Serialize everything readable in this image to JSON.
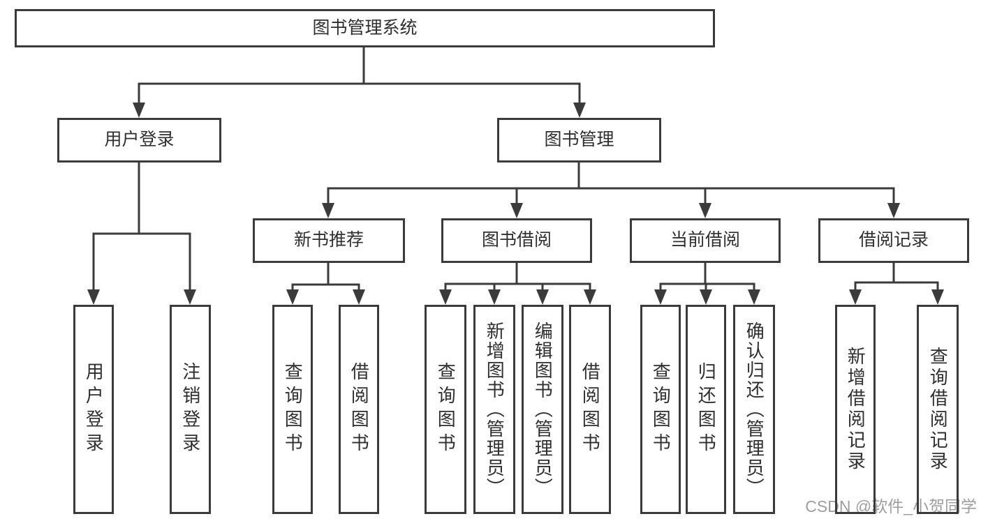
{
  "diagram_title": "图书管理系统",
  "nodes": [
    {
      "id": "root",
      "label": "图书管理系统",
      "parent": null
    },
    {
      "id": "user-login",
      "label": "用户登录",
      "parent": "root"
    },
    {
      "id": "book-mgmt",
      "label": "图书管理",
      "parent": "root"
    },
    {
      "id": "new-book-rec",
      "label": "新书推荐",
      "parent": "book-mgmt"
    },
    {
      "id": "book-borrow",
      "label": "图书借阅",
      "parent": "book-mgmt"
    },
    {
      "id": "current-borrow",
      "label": "当前借阅",
      "parent": "book-mgmt"
    },
    {
      "id": "borrow-records",
      "label": "借阅记录",
      "parent": "book-mgmt"
    },
    {
      "id": "leaf-user-login",
      "label": "用户登录",
      "parent": "user-login"
    },
    {
      "id": "leaf-logout",
      "label": "注销登录",
      "parent": "user-login"
    },
    {
      "id": "leaf-query-books-rec",
      "label": "查询图书",
      "parent": "new-book-rec"
    },
    {
      "id": "leaf-borrow-books-rec",
      "label": "借阅图书",
      "parent": "new-book-rec"
    },
    {
      "id": "leaf-query-books-borrow",
      "label": "查询图书",
      "parent": "book-borrow"
    },
    {
      "id": "leaf-add-books-admin",
      "label": "新增图书（管理员）",
      "parent": "book-borrow"
    },
    {
      "id": "leaf-edit-books-admin",
      "label": "编辑图书（管理员）",
      "parent": "book-borrow"
    },
    {
      "id": "leaf-borrow-books",
      "label": "借阅图书",
      "parent": "book-borrow"
    },
    {
      "id": "leaf-query-books-cur",
      "label": "查询图书",
      "parent": "current-borrow"
    },
    {
      "id": "leaf-return-books",
      "label": "归还图书",
      "parent": "current-borrow"
    },
    {
      "id": "leaf-confirm-return",
      "label": "确认归还（管理员）",
      "parent": "current-borrow"
    },
    {
      "id": "leaf-add-borrow-record",
      "label": "新增借阅记录",
      "parent": "borrow-records"
    },
    {
      "id": "leaf-query-borrow-record",
      "label": "查询借阅记录",
      "parent": "borrow-records"
    }
  ],
  "watermark": "CSDN @软件_小贺同学",
  "colors": {
    "background": "#ffffff",
    "line": "#3b3b3b",
    "box_border": "#3b3b3b",
    "text": "#2f2f2f",
    "watermark": "#9e9e9e"
  }
}
